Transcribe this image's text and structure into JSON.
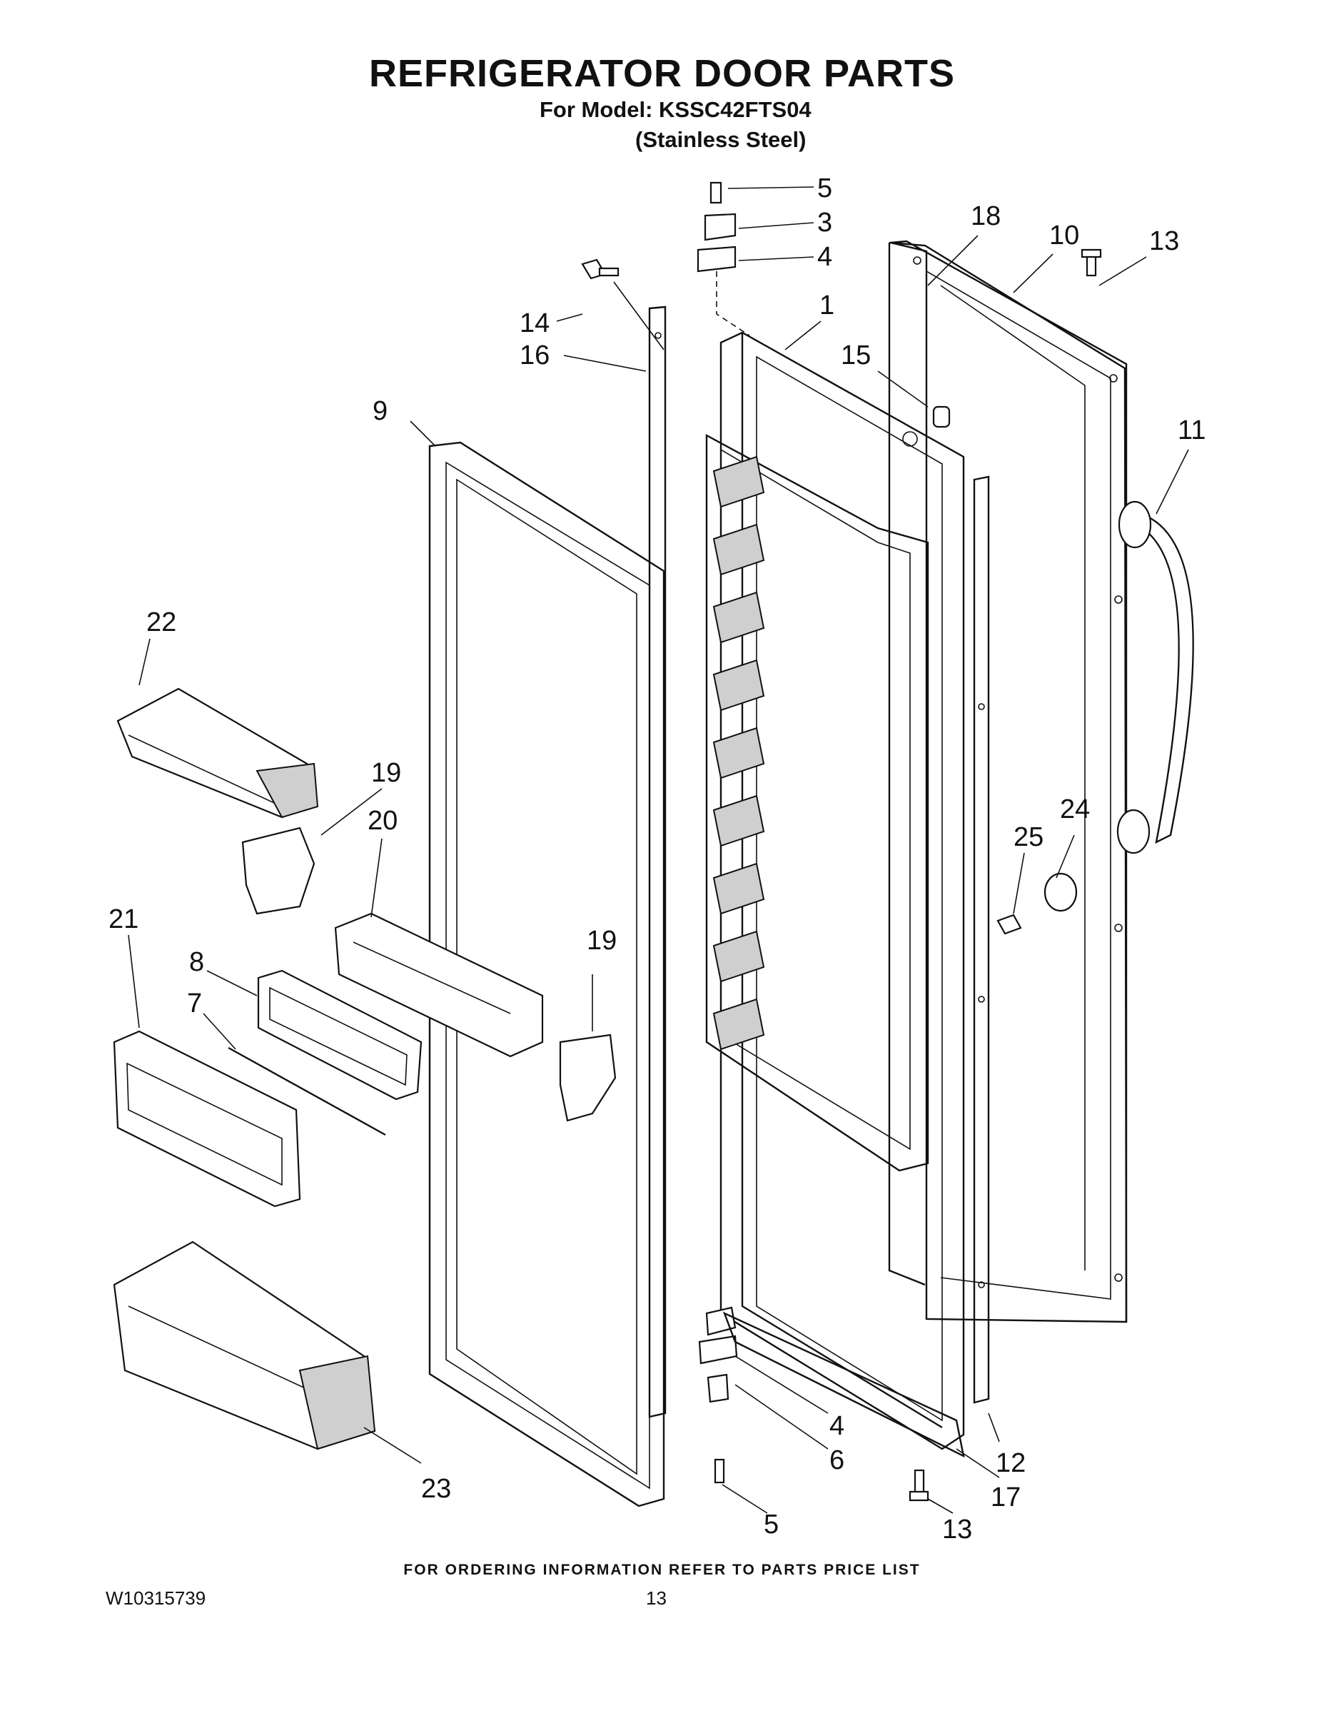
{
  "header": {
    "title": "REFRIGERATOR DOOR PARTS",
    "model_line": "For Model: KSSC42FTS04",
    "finish_line": "(Stainless Steel)"
  },
  "footer": {
    "ordering_note": "FOR ORDERING INFORMATION REFER TO PARTS PRICE LIST",
    "document_number": "W10315739",
    "page_number": "13"
  },
  "callouts": {
    "c5_top": "5",
    "c3": "3",
    "c4_top": "4",
    "c18": "18",
    "c10": "10",
    "c13_top": "13",
    "c14": "14",
    "c16": "16",
    "c1": "1",
    "c15": "15",
    "c9": "9",
    "c11": "11",
    "c22": "22",
    "c19_left": "19",
    "c20": "20",
    "c24": "24",
    "c25": "25",
    "c21": "21",
    "c8": "8",
    "c19_right": "19",
    "c7": "7",
    "c4_bottom": "4",
    "c6": "6",
    "c12": "12",
    "c23": "23",
    "c17": "17",
    "c5_bottom": "5",
    "c13_bottom": "13"
  }
}
